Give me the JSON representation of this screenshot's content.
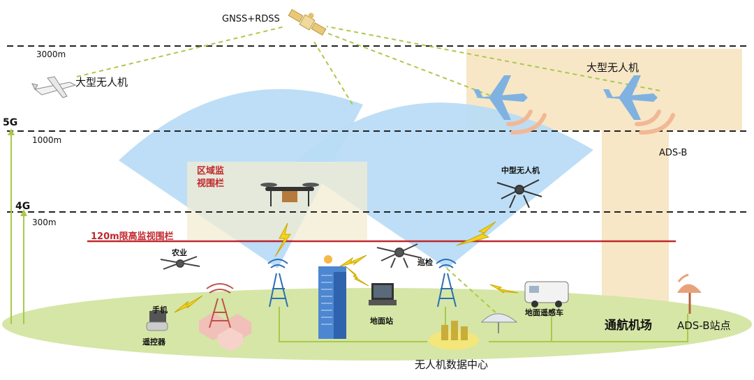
{
  "satellite_label": "GNSS+RDSS",
  "altitudes": {
    "a3000": "3000m",
    "a1000": "1000m",
    "a300": "300m"
  },
  "network": {
    "g5": "5G",
    "g4": "4G"
  },
  "large_uav_left": "大型无人机",
  "large_uav_right": "大型无人机",
  "ads_b": "ADS-B",
  "zone_fence": "区域监\n视围栏",
  "medium_uav": "中型无人机",
  "height_fence": "120m限高监视围栏",
  "agriculture": "农业",
  "patrol": "巡检",
  "phone": "手机",
  "remote": "遥控器",
  "ground_station": "地面站",
  "remote_sensing_vehicle": "地面遥感车",
  "airport": "通航机场",
  "ads_b_station": "ADS-B站点",
  "data_center": "无人机数据中心",
  "colors": {
    "sky_cone": "#b9dcf5",
    "ground": "#d5e6a6",
    "airport_band": "#f6e3bd",
    "fence_red": "#c0282d",
    "link_green": "#a9c94a",
    "tower_blue": "#2b6fb6",
    "plane_blue": "#7fb2e0",
    "signal_orange": "#f2b896"
  }
}
